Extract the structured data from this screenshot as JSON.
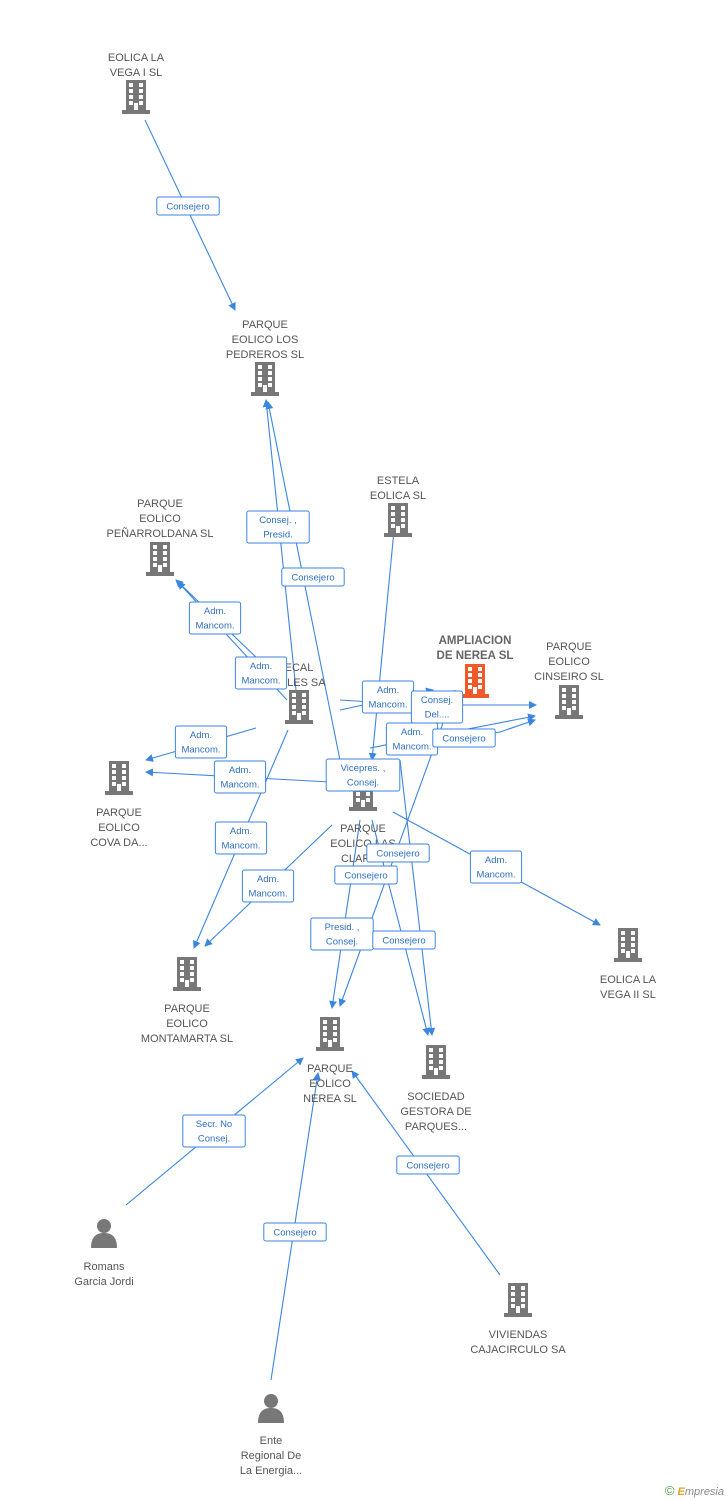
{
  "colors": {
    "company": "#777777",
    "company_main": "#f05a28",
    "person": "#777777",
    "edge": "#3b86e0"
  },
  "nodes": [
    {
      "id": "eolica_vega1",
      "type": "company",
      "lines": [
        "EOLICA LA",
        "VEGA I SL"
      ],
      "icon": "building-icon"
    },
    {
      "id": "pe_pedreros",
      "type": "company",
      "lines": [
        "PARQUE",
        "EOLICO LOS",
        "PEDREROS SL"
      ],
      "icon": "building-icon"
    },
    {
      "id": "estela",
      "type": "company",
      "lines": [
        "ESTELA",
        "EOLICA SL"
      ],
      "icon": "building-icon"
    },
    {
      "id": "pe_penarroldana",
      "type": "company",
      "lines": [
        "PARQUE",
        "EOLICO",
        "PEÑARROLDANA SL"
      ],
      "icon": "building-icon"
    },
    {
      "id": "ampliacion",
      "type": "company_main",
      "lines": [
        "AMPLIACION",
        "DE NEREA SL"
      ],
      "icon": "building-icon"
    },
    {
      "id": "pe_cinseiro",
      "type": "company",
      "lines": [
        "PARQUE",
        "EOLICO",
        "CINSEIRO SL"
      ],
      "icon": "building-icon"
    },
    {
      "id": "ecal",
      "type": "company",
      "lines": [
        "ECAL",
        "ABLES SA"
      ],
      "icon": "building-icon"
    },
    {
      "id": "pe_cova",
      "type": "company",
      "lines": [
        "PARQUE",
        "EOLICO",
        "COVA DA..."
      ],
      "icon": "building-icon"
    },
    {
      "id": "pe_claras",
      "type": "company",
      "lines": [
        "PARQUE",
        "EOLICO LAS",
        "CLARAS"
      ],
      "icon": "building-icon"
    },
    {
      "id": "eolica_vega2",
      "type": "company",
      "lines": [
        "EOLICA LA",
        "VEGA II SL"
      ],
      "icon": "building-icon"
    },
    {
      "id": "pe_montamarta",
      "type": "company",
      "lines": [
        "PARQUE",
        "EOLICO",
        "MONTAMARTA SL"
      ],
      "icon": "building-icon"
    },
    {
      "id": "pe_nerea",
      "type": "company",
      "lines": [
        "PARQUE",
        "EOLICO",
        "NEREA SL"
      ],
      "icon": "building-icon"
    },
    {
      "id": "sociedad_gestora",
      "type": "company",
      "lines": [
        "SOCIEDAD",
        "GESTORA DE",
        "PARQUES..."
      ],
      "icon": "building-icon"
    },
    {
      "id": "romans",
      "type": "person",
      "lines": [
        "Romans",
        "Garcia Jordi"
      ],
      "icon": "person-icon"
    },
    {
      "id": "viviendas",
      "type": "company",
      "lines": [
        "VIVIENDAS",
        "CAJACIRCULO SA"
      ],
      "icon": "building-icon"
    },
    {
      "id": "ente",
      "type": "person",
      "lines": [
        "Ente",
        "Regional De",
        "La Energia..."
      ],
      "icon": "person-icon"
    }
  ],
  "edges": [
    {
      "lines": [
        "Consejero"
      ]
    },
    {
      "lines": [
        "Consej. ,",
        "Presid."
      ]
    },
    {
      "lines": [
        "Consejero"
      ]
    },
    {
      "lines": [
        "Adm.",
        "Mancom."
      ]
    },
    {
      "lines": [
        "Adm.",
        "Mancom."
      ]
    },
    {
      "lines": [
        "Adm.",
        "Mancom."
      ]
    },
    {
      "lines": [
        "Consej.",
        "Del...."
      ]
    },
    {
      "lines": [
        "Adm.",
        "Mancom."
      ]
    },
    {
      "lines": [
        "Consejero"
      ]
    },
    {
      "lines": [
        "Adm.",
        "Mancom."
      ]
    },
    {
      "lines": [
        "Adm.",
        "Mancom."
      ]
    },
    {
      "lines": [
        "Vicepres. ,",
        "Consej."
      ]
    },
    {
      "lines": [
        "Adm.",
        "Mancom."
      ]
    },
    {
      "lines": [
        "Adm.",
        "Mancom."
      ]
    },
    {
      "lines": [
        "Consejero"
      ]
    },
    {
      "lines": [
        "Consejero"
      ]
    },
    {
      "lines": [
        "Adm.",
        "Mancom."
      ]
    },
    {
      "lines": [
        "Presid. ,",
        "Consej."
      ]
    },
    {
      "lines": [
        "Consejero"
      ]
    },
    {
      "lines": [
        "Secr.  No",
        "Consej."
      ]
    },
    {
      "lines": [
        "Consejero"
      ]
    },
    {
      "lines": [
        "Consejero"
      ]
    }
  ],
  "footer": {
    "copyright": "©",
    "brand_initial": "E",
    "brand_rest": "mpresia"
  }
}
